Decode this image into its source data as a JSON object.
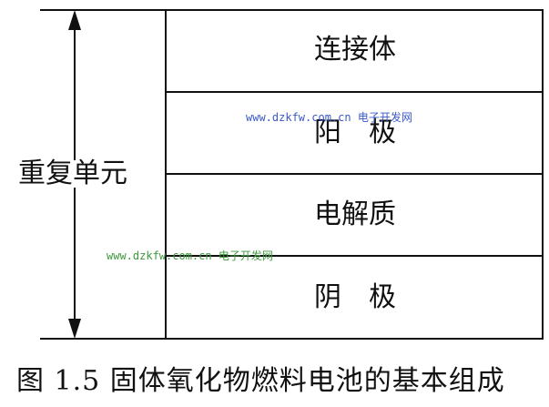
{
  "diagram": {
    "side_label": "重复单元",
    "layers": [
      {
        "label": "连接体"
      },
      {
        "label": "阳　极"
      },
      {
        "label": "电解质"
      },
      {
        "label": "阴　极"
      }
    ]
  },
  "watermarks": [
    {
      "text": "www.dzkfw.com.cn 电子开发网",
      "color": "#3a59c8"
    },
    {
      "text": "www.dzkfw.com.cn 电子开发网",
      "color": "#3c9a3c"
    }
  ],
  "caption": "图 1.5 固体氧化物燃料电池的基本组成",
  "colors": {
    "line": "#111111",
    "text": "#111111"
  }
}
